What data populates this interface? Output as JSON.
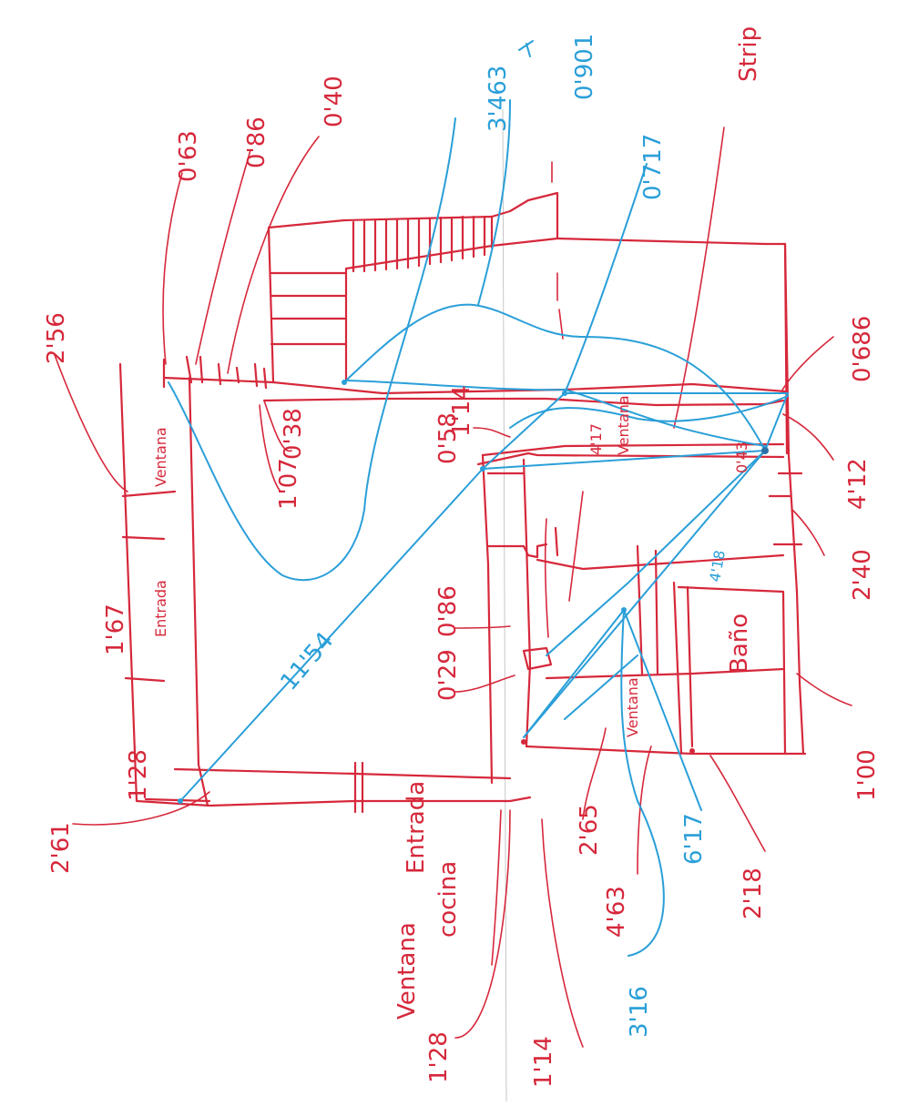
{
  "colors": {
    "wall": "#d6283b",
    "measure": "#2a9fd8",
    "paper": "#ffffff"
  },
  "labels": {
    "top_0_63": "0'63",
    "top_0_86": "0'86",
    "top_0_40": "0'40",
    "top_blue_3_463": "3'463",
    "top_blue_0_901": "0'901",
    "top_strip": "Strip",
    "top_blue_0_717": "0'717",
    "left_2_56": "2'56",
    "left_1_67": "1'67",
    "left_1_28": "1'28",
    "left_2_61": "2'61",
    "left_0_38": "0'38",
    "left_1_07": "1'07",
    "right_0_686": "0'686",
    "right_4_12": "4'12",
    "right_2_40": "2'40",
    "right_1_00": "1'00",
    "mid_0_58": "0'58",
    "mid_1_14": "1'14",
    "mid_0_86b": "0'86",
    "mid_0_29": "0'29",
    "mid_4_17": "4'17",
    "mid_0_43": "0'43",
    "blue_diag": "11'54",
    "blue_4_18": "4'18",
    "bottom_2_65": "2'65",
    "bottom_4_63": "4'63",
    "bottom_6_17": "6'17",
    "bottom_2_18": "2'18",
    "bottom_3_16": "3'16",
    "bottom_1_28": "1'28",
    "bottom_1_14": "1'14",
    "word_entrada_left": "Entrada",
    "word_ventana_left": "Ventana",
    "word_entrada_bottom": "Entrada",
    "word_cocina": "cocina",
    "word_ventana_bottom": "Ventana",
    "word_banio": "Baño",
    "word_ventana_mid": "Ventana",
    "word_ventana_right": "Ventana"
  }
}
